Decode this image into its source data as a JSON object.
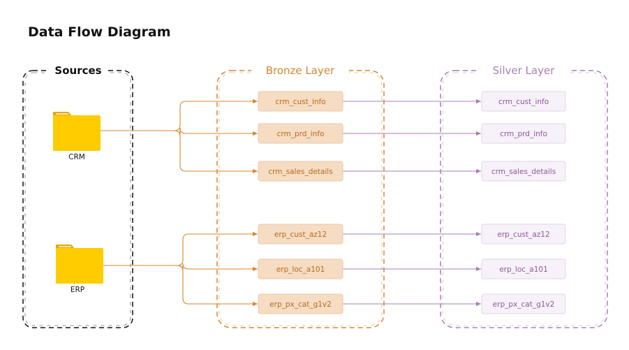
{
  "title": "Data Flow Diagram",
  "colors": {
    "sources_border": "#111111",
    "bronze_accent": "#d4862f",
    "bronze_fill": "#f5dcc3",
    "bronze_text": "#b86a1d",
    "silver_accent": "#a77fb3",
    "silver_fill": "#f7f1f9",
    "silver_text": "#8c5a99",
    "folder_body": "#ffcc00",
    "folder_tab": "#e6a800"
  },
  "sources": {
    "title": "Sources",
    "items": [
      {
        "id": "crm",
        "label": "CRM",
        "icon": "folder-icon"
      },
      {
        "id": "erp",
        "label": "ERP",
        "icon": "folder-icon"
      }
    ]
  },
  "bronze": {
    "title": "Bronze Layer",
    "tables": [
      {
        "label": "crm_cust_info",
        "source": "crm"
      },
      {
        "label": "crm_prd_info",
        "source": "crm"
      },
      {
        "label": "crm_sales_details",
        "source": "crm"
      },
      {
        "label": "erp_cust_az12",
        "source": "erp"
      },
      {
        "label": "erp_loc_a101",
        "source": "erp"
      },
      {
        "label": "erp_px_cat_g1v2",
        "source": "erp"
      }
    ]
  },
  "silver": {
    "title": "Silver Layer",
    "tables": [
      {
        "label": "crm_cust_info"
      },
      {
        "label": "crm_prd_info"
      },
      {
        "label": "crm_sales_details"
      },
      {
        "label": "erp_cust_az12"
      },
      {
        "label": "erp_loc_a101"
      },
      {
        "label": "erp_px_cat_g1v2"
      }
    ]
  }
}
